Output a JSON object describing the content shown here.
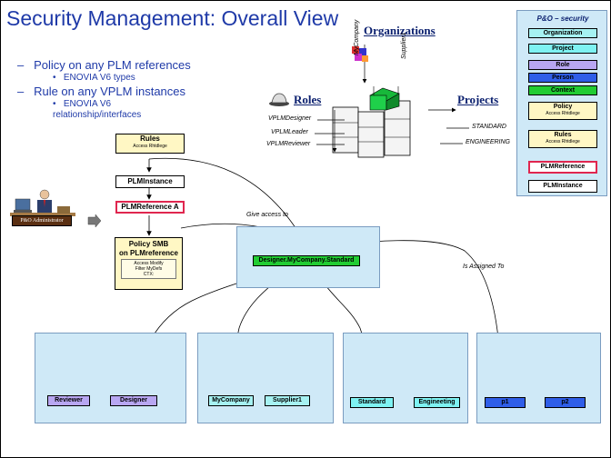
{
  "title": "Security Management: Overall View",
  "bullets": {
    "b1": "Policy on any PLM references",
    "b1_sub": "ENOVIA V6 types",
    "b2": "Rule on any VPLM instances",
    "b2_sub": "ENOVIA V6 relationship/interfaces"
  },
  "legend": {
    "title": "P&O – security",
    "items": {
      "organization": "Organization",
      "project": "Project",
      "role": "Role",
      "person": "Person",
      "context": "Context",
      "policy": "Policy",
      "policy_sub": "Access Rhtdlege",
      "rules": "Rules",
      "rules_sub": "Access Rhtdlege",
      "plmreference": "PLMReference",
      "plminstance": "PLMInstance"
    }
  },
  "headers": {
    "organizations": "Organizations",
    "roles": "Roles",
    "projects": "Projects"
  },
  "cube_labels": {
    "mycompany": "MyCompany",
    "supplier1": "Supplier1",
    "designer": "VPLMDesigner",
    "leader": "VPLMLeader",
    "reviewer": "VPLMReviewer",
    "standard": "STANDARD",
    "engineering": "ENGINEERING"
  },
  "left_flow": {
    "rules": "Rules",
    "rules_sub": "Access Rhtdlege",
    "plminstance": "PLMInstance",
    "plmreference": "PLMReference A",
    "admin": "P&O Administrator",
    "policy_line1": "Policy SMB",
    "policy_line2": "on PLMreference",
    "policy_sub1": "Access  Modify",
    "policy_sub2": "Filter MyDefs",
    "policy_sub3": "CTX:"
  },
  "center": {
    "context": "Designer.MyCompany.Standard",
    "give_access": "Give access to",
    "assigned": "Is Assigned To"
  },
  "bottom": {
    "reviewer": "Reviewer",
    "designer": "Designer",
    "mycompany": "MyCompany",
    "supplier1": "Supplier1",
    "standard": "Standard",
    "engineering": "Engineeting",
    "p1": "p1",
    "p2": "p2"
  },
  "colors": {
    "title": "#1f3aa8",
    "panel": "#cfe9f7",
    "organization": "#a6f2f2",
    "project": "#7ef2f2",
    "role": "#b8a6f2",
    "person": "#2f5ee8",
    "context": "#22cc33",
    "plmreference_border": "#e0264f"
  }
}
